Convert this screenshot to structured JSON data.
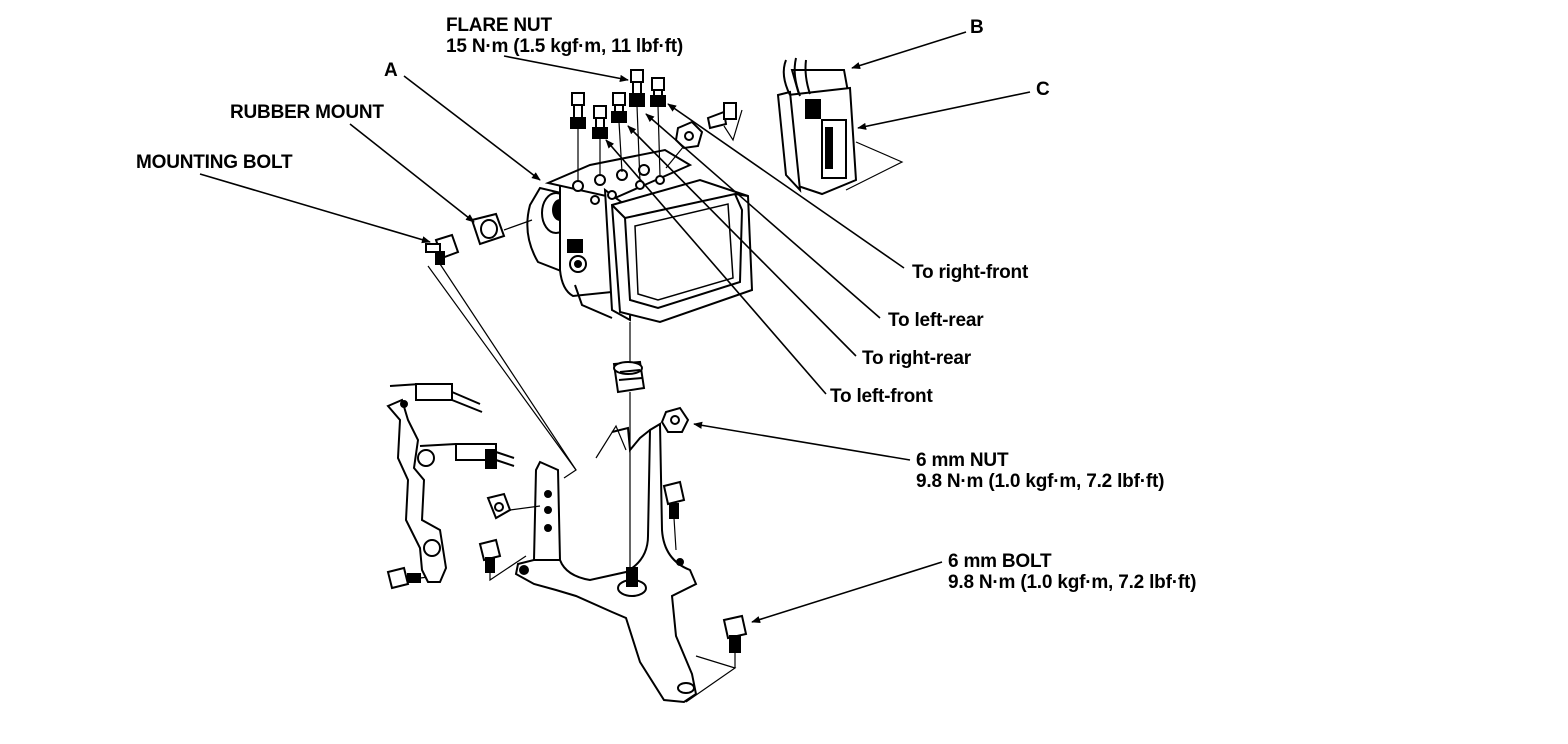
{
  "labels": {
    "flare_nut": {
      "name": "FLARE NUT",
      "torque": "15 N·m (1.5 kgf·m, 11 lbf·ft)"
    },
    "callout_a": "A",
    "callout_b": "B",
    "callout_c": "C",
    "rubber_mount": "RUBBER MOUNT",
    "mounting_bolt": "MOUNTING BOLT",
    "to_right_front": "To right-front",
    "to_left_rear": "To left-rear",
    "to_right_rear": "To right-rear",
    "to_left_front": "To left-front",
    "nut_6mm": {
      "name": "6 mm NUT",
      "torque": "9.8 N·m (1.0 kgf·m, 7.2 lbf·ft)"
    },
    "bolt_6mm": {
      "name": "6 mm BOLT",
      "torque": "9.8 N·m (1.0 kgf·m, 7.2 lbf·ft)"
    }
  },
  "colors": {
    "ink": "#000000",
    "paper": "#ffffff"
  }
}
